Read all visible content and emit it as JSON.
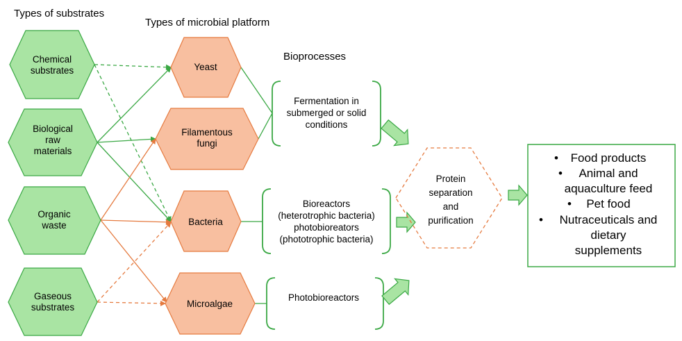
{
  "headings": {
    "substrates": "Types of substrates",
    "platform": "Types of microbial platform",
    "bioprocesses": "Bioprocesses"
  },
  "substrates": [
    {
      "id": "chemical",
      "lines": [
        "Chemical",
        "substrates"
      ]
    },
    {
      "id": "biological",
      "lines": [
        "Biological",
        "raw",
        "materials"
      ]
    },
    {
      "id": "organic",
      "lines": [
        "Organic",
        "waste"
      ]
    },
    {
      "id": "gaseous",
      "lines": [
        "Gaseous",
        "substrates"
      ]
    }
  ],
  "platforms": [
    {
      "id": "yeast",
      "lines": [
        "Yeast"
      ]
    },
    {
      "id": "fungi",
      "lines": [
        "Filamentous",
        "fungi"
      ]
    },
    {
      "id": "bacteria",
      "lines": [
        "Bacteria"
      ]
    },
    {
      "id": "microalgae",
      "lines": [
        "Microalgae"
      ]
    }
  ],
  "processes": [
    {
      "id": "fermentation",
      "lines": [
        "Fermentation in",
        "submerged or solid",
        "conditions"
      ]
    },
    {
      "id": "bioreactors",
      "lines": [
        "Bioreactors",
        "(heterotrophic bacteria)",
        "photobioreators",
        "(phototrophic bacteria)"
      ]
    },
    {
      "id": "photobioreactors",
      "lines": [
        "Photobioreactors"
      ]
    }
  ],
  "separation": {
    "lines": [
      "Protein",
      "separation",
      "and",
      "purification"
    ]
  },
  "outputs": [
    {
      "bullet": "•",
      "lines": [
        "Food products"
      ]
    },
    {
      "bullet": "•",
      "lines": [
        "Animal and",
        "aquaculture feed"
      ]
    },
    {
      "bullet": "•",
      "lines": [
        "Pet food"
      ]
    },
    {
      "bullet": "•",
      "lines": [
        "Nutraceuticals and",
        "dietary",
        "supplements"
      ]
    }
  ],
  "colors": {
    "green_fill": "#a9e4a3",
    "green_stroke": "#3aa844",
    "orange_fill": "#f8bfa0",
    "orange_stroke": "#e57a3f"
  }
}
